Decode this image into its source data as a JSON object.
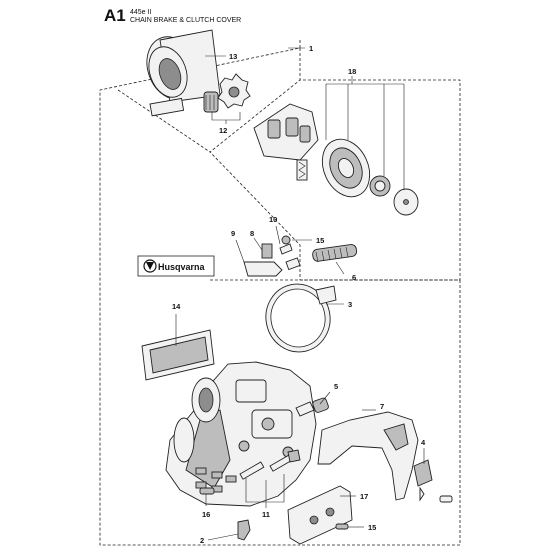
{
  "header": {
    "code": "A1",
    "model": "445e II",
    "title": "CHAIN BRAKE & CLUTCH COVER"
  },
  "brand_logo_text": "Husqvarna",
  "callouts": {
    "n1": "1",
    "n2": "2",
    "n3": "3",
    "n4": "4",
    "n5": "5",
    "n6": "6",
    "n7": "7",
    "n8": "8",
    "n9": "9",
    "n10": "10",
    "n11": "11",
    "n12": "12",
    "n13": "13",
    "n14": "14",
    "n15a": "15",
    "n15b": "15",
    "n16": "16",
    "n17": "17",
    "n18": "18"
  }
}
